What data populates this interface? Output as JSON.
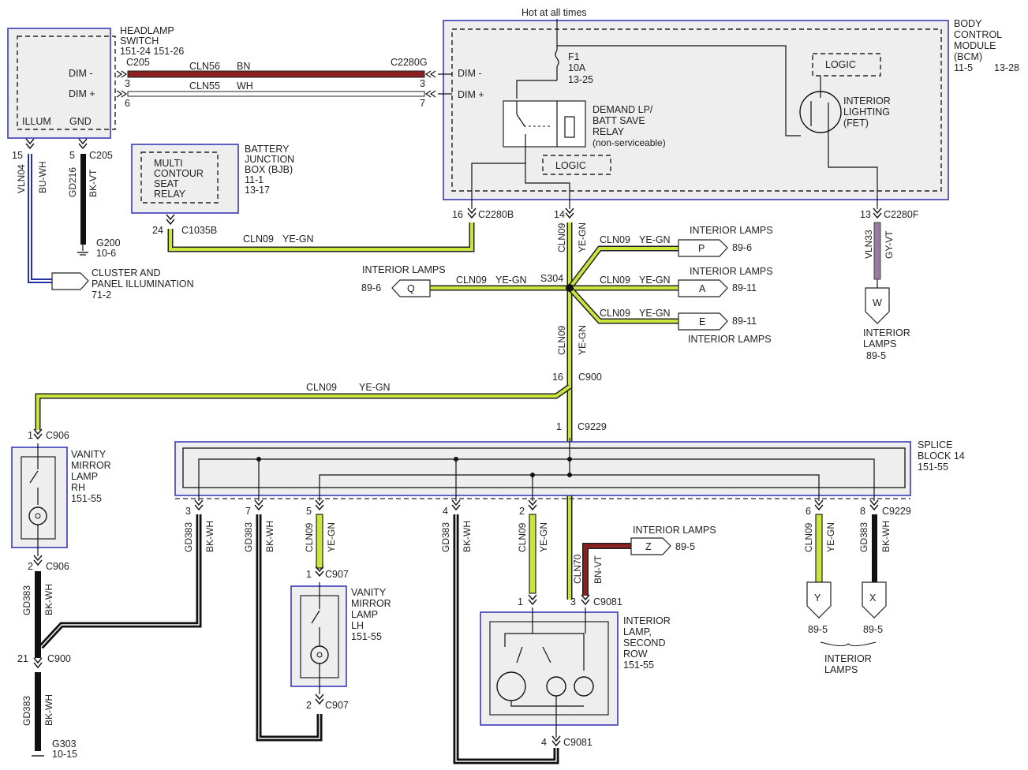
{
  "top": {
    "hot": "Hot at all times"
  },
  "bcm": {
    "l1": "BODY",
    "l2": "CONTROL",
    "l3": "MODULE",
    "l4": "(BCM)",
    "ref1": "11-5",
    "ref2": "13-28",
    "fuse": "F1",
    "fuse_amp": "10A",
    "fuse_ref": "13-25",
    "relay1": "DEMAND LP/",
    "relay2": "BATT SAVE",
    "relay3": "RELAY",
    "relay4": "(non-serviceable)",
    "logic1": "LOGIC",
    "logic2": "LOGIC",
    "fet1": "INTERIOR",
    "fet2": "LIGHTING",
    "fet3": "(FET)",
    "dim_minus": "DIM -",
    "dim_plus": "DIM +"
  },
  "headlamp": {
    "l1": "HEADLAMP",
    "l2": "SWITCH",
    "ref": "151-24  151-26",
    "dim_minus": "DIM -",
    "dim_plus": "DIM +",
    "illum": "ILLUM",
    "gnd": "GND"
  },
  "bjb": {
    "l1": "BATTERY",
    "l2": "JUNCTION",
    "l3": "BOX (BJB)",
    "ref1": "11-1",
    "ref2": "13-17",
    "r1": "MULTI",
    "r2": "CONTOUR",
    "r3": "SEAT",
    "r4": "RELAY"
  },
  "wires": {
    "cln56": "CLN56",
    "bn": "BN",
    "cln55": "CLN55",
    "wh": "WH",
    "cln09": "CLN09",
    "yegn": "YE-GN",
    "vln04": "VLN04",
    "buwh": "BU-WH",
    "gd216": "GD216",
    "bkvt": "BK-VT",
    "vln33": "VLN33",
    "gyvt": "GY-VT",
    "gd383": "GD383",
    "bkwh": "BK-WH",
    "cln70": "CLN70",
    "bnvt": "BN-VT"
  },
  "connectors": {
    "c205": "C205",
    "c2280g": "C2280G",
    "c2280b": "C2280B",
    "c2280f": "C2280F",
    "c1035b": "C1035B",
    "c900": "C900",
    "c9229": "C9229",
    "c906": "C906",
    "c907": "C907",
    "c9081": "C9081",
    "s304": "S304",
    "g200": "G200",
    "g200ref": "10-6",
    "g303": "G303",
    "g303ref": "10-15"
  },
  "pins": {
    "p3": "3",
    "p6": "6",
    "p7": "7",
    "p15": "15",
    "p5": "5",
    "p24": "24",
    "p16": "16",
    "p14": "14",
    "p13": "13",
    "p1": "1",
    "p2": "2",
    "p21": "21",
    "p4": "4",
    "p8": "8"
  },
  "dest": {
    "interior_lamps": "INTERIOR LAMPS",
    "interior": "INTERIOR",
    "lamps": "LAMPS",
    "P": "P",
    "Q": "Q",
    "A": "A",
    "E": "E",
    "W": "W",
    "Z": "Z",
    "Y": "Y",
    "X": "X",
    "r896": "89-6",
    "r8911": "89-11",
    "r895": "89-5",
    "cluster1": "CLUSTER AND",
    "cluster2": "PANEL ILLUMINATION",
    "cluster_ref": "71-2"
  },
  "splice": {
    "l1": "SPLICE",
    "l2": "BLOCK 14",
    "ref": "151-55"
  },
  "vanity_rh": {
    "l1": "VANITY",
    "l2": "MIRROR",
    "l3": "LAMP",
    "l4": "RH",
    "ref": "151-55"
  },
  "vanity_lh": {
    "l1": "VANITY",
    "l2": "MIRROR",
    "l3": "LAMP",
    "l4": "LH",
    "ref": "151-55"
  },
  "second_row": {
    "l1": "INTERIOR",
    "l2": "LAMP,",
    "l3": "SECOND",
    "l4": "ROW",
    "ref": "151-55"
  },
  "colors": {
    "brown": "#8b2020",
    "yegn_fill": "#c8e63c",
    "blue": "#2233aa",
    "purple": "#9a7aa0",
    "black": "#111111"
  }
}
